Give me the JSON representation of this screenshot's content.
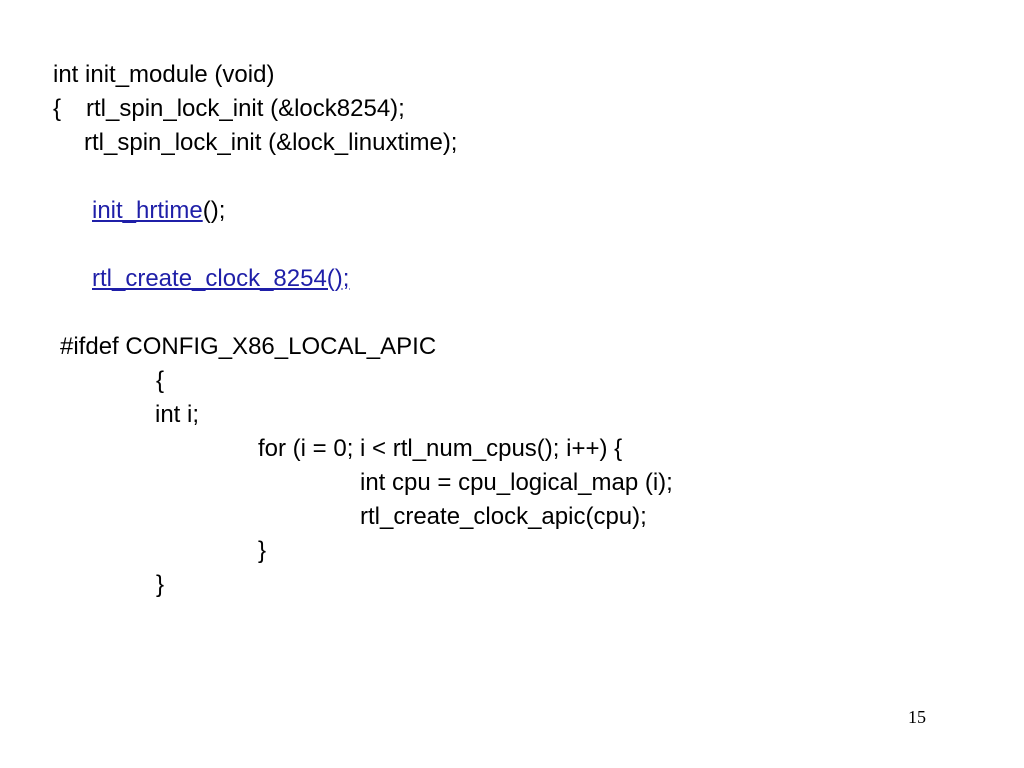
{
  "slide": {
    "code": {
      "l1": "int init_module (void)",
      "l2_brace": "{",
      "l2": "rtl_spin_lock_init (&lock8254);",
      "l3": "rtl_spin_lock_init (&lock_linuxtime);",
      "l4_link": "init_hrtime",
      "l4_rest": "();",
      "l5_link": "rtl_create_clock_8254();",
      "l6": "#ifdef CONFIG_X86_LOCAL_APIC",
      "l7": "{",
      "l8": "int i;",
      "l9": "for (i = 0; i < rtl_num_cpus(); i++) {",
      "l10": "int cpu = cpu_logical_map (i);",
      "l11": "rtl_create_clock_apic(cpu);",
      "l12": "}",
      "l13": "}"
    },
    "page_number": "15",
    "colors": {
      "link": "#1f1fa8",
      "text": "#000000",
      "background": "#ffffff"
    }
  }
}
